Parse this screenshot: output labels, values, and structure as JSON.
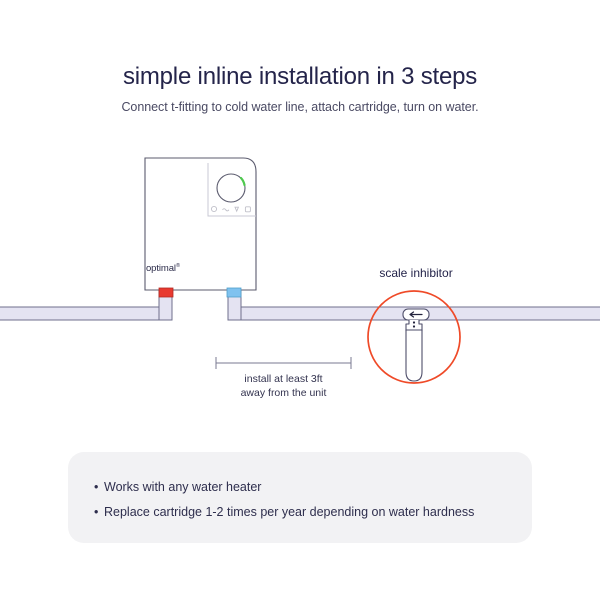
{
  "header": {
    "title": "simple inline installation in 3 steps",
    "subtitle": "Connect t-fitting to cold water line, attach cartridge, turn on water."
  },
  "diagram": {
    "unit": {
      "brand_label": "optimal",
      "brand_mark": "®",
      "dial_name": "control-dial",
      "dial_accent_color": "#4ec94e",
      "indicator_count": 4,
      "body_stroke_color": "#5b5b6e",
      "body_fill_color": "#ffffff"
    },
    "pipes": {
      "fill_color": "#e4e3f2",
      "stroke_color": "#6f6f8c",
      "hot_fitting_color": "#e8392f",
      "cold_fitting_color": "#7fc2ef"
    },
    "scale_inhibitor": {
      "label": "scale inhibitor",
      "highlight_circle_color": "#ef4a28",
      "cartridge_stroke_color": "#4e4e6a",
      "cartridge_fill_color": "#ffffff"
    },
    "dimension": {
      "line_color": "#7a7a92",
      "text_line_1": "install at least 3ft",
      "text_line_2": "away from the unit"
    }
  },
  "info_card": {
    "background_color": "#f2f2f4",
    "bullet_marker": "•",
    "bullets": [
      "Works with any water heater",
      "Replace cartridge 1-2 times per year depending on water hardness"
    ]
  }
}
